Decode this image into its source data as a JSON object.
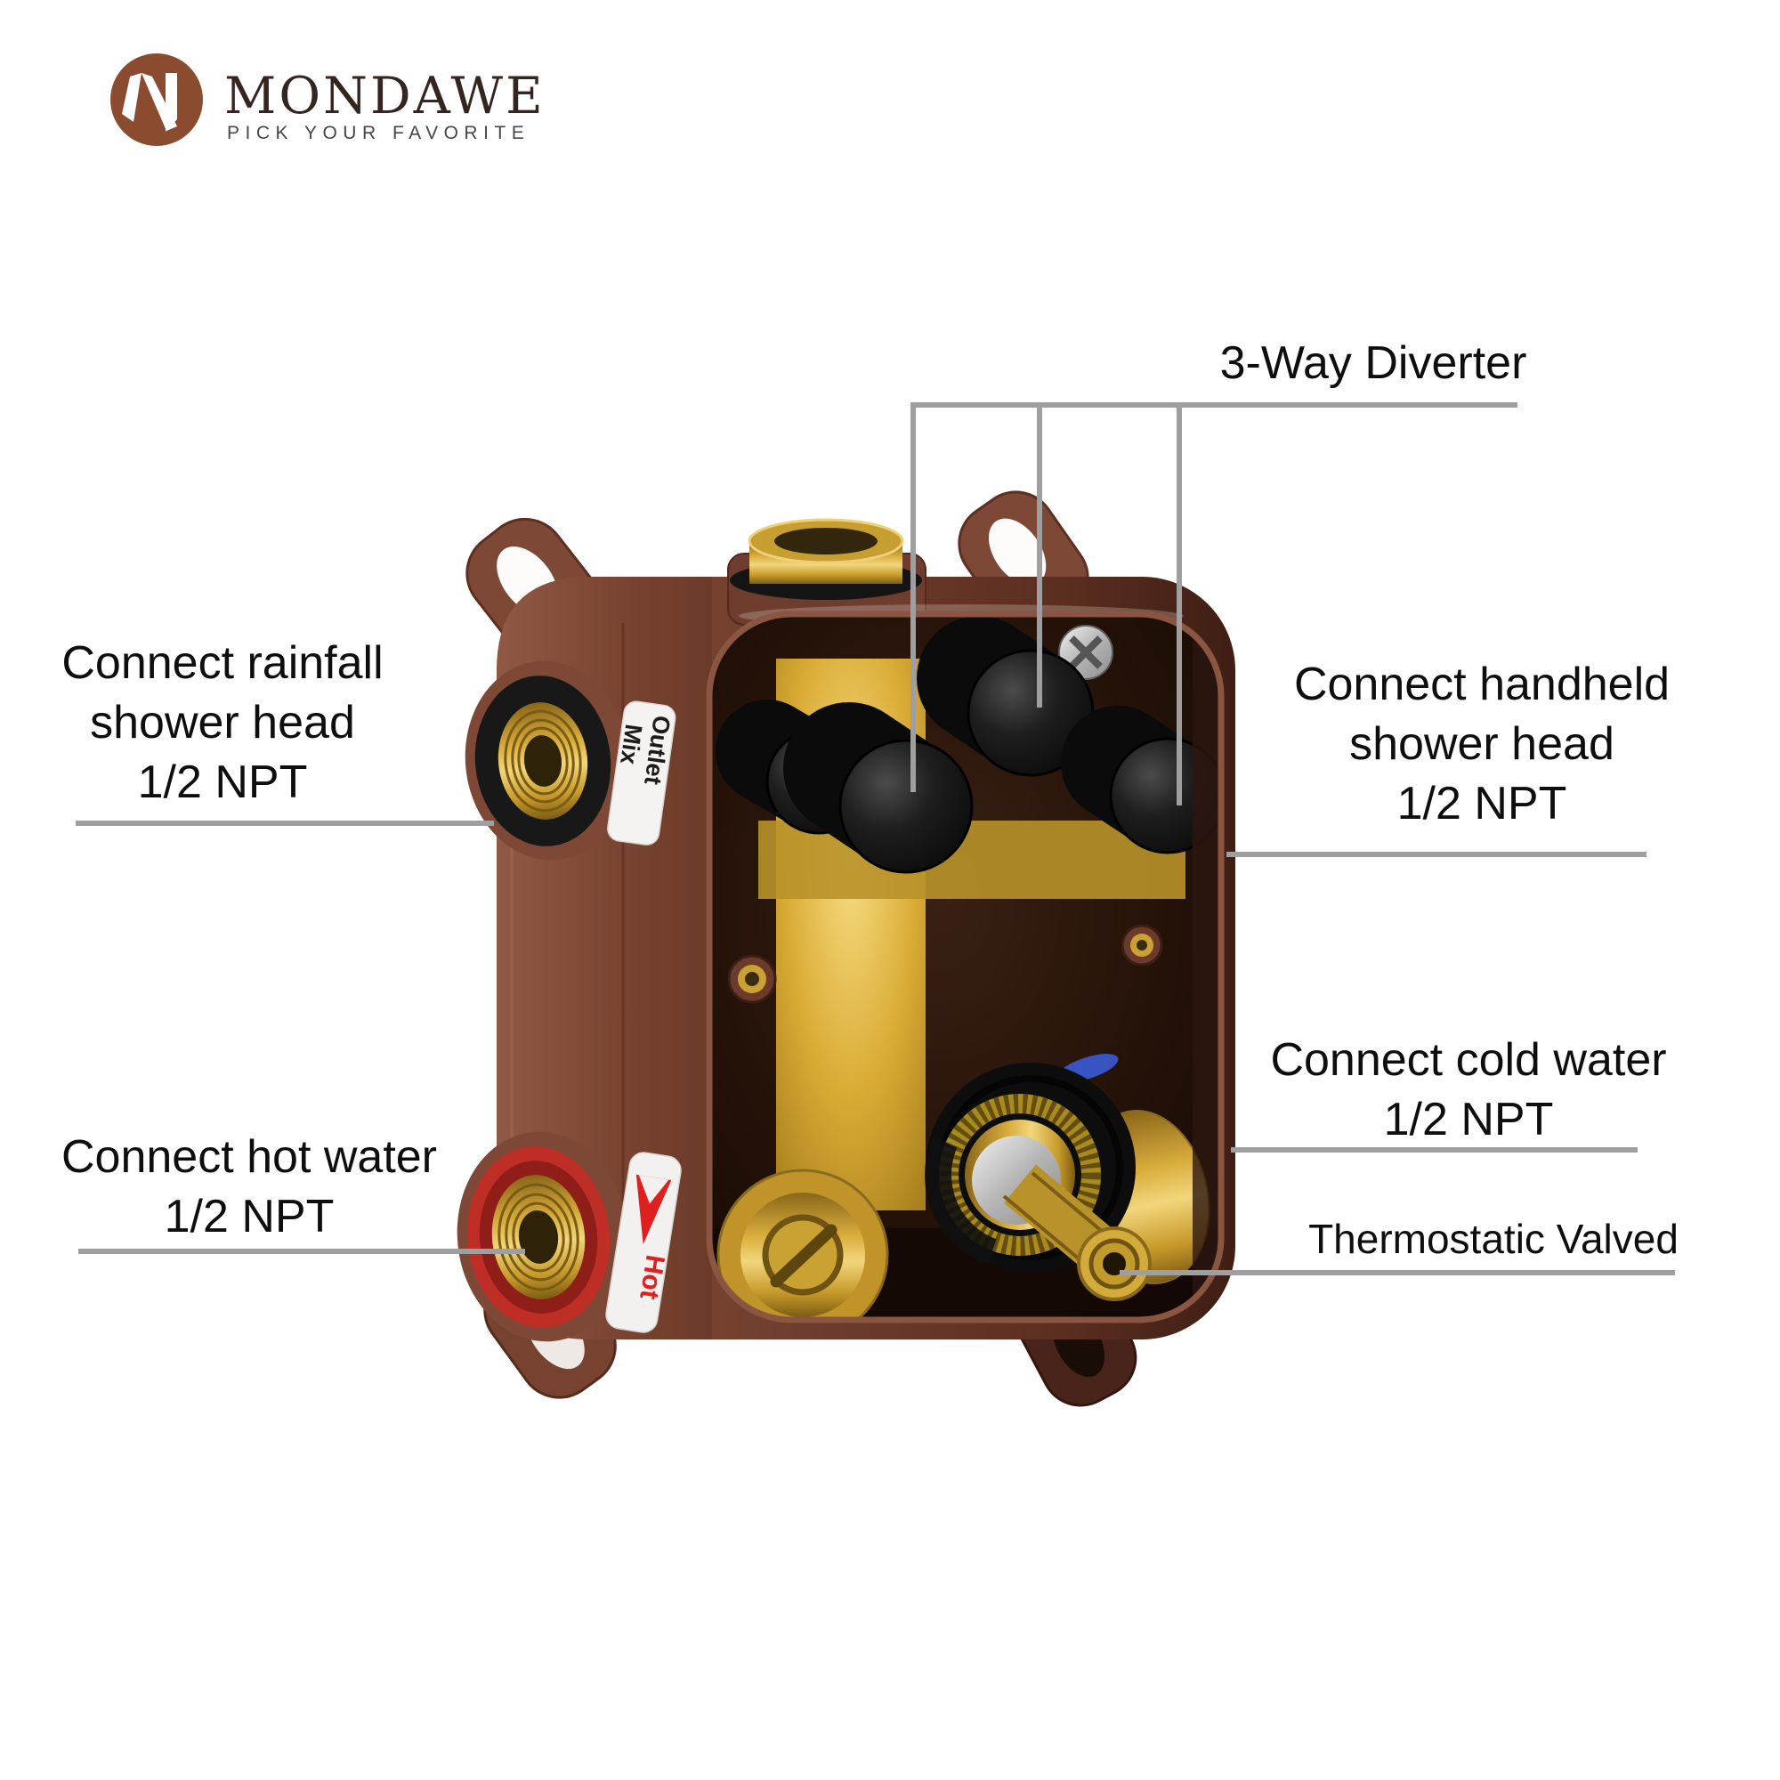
{
  "brand": {
    "name": "MONDAWE",
    "tagline": "PICK YOUR FAVORITE"
  },
  "annotations": {
    "diverter": {
      "label": "3-Way Diverter"
    },
    "rainfall": {
      "lines": [
        "Connect rainfall",
        "shower head",
        "1/2 NPT"
      ]
    },
    "handheld": {
      "lines": [
        "Connect handheld",
        "shower head",
        "1/2 NPT"
      ]
    },
    "cold": {
      "lines": [
        "Connect cold water",
        "1/2 NPT"
      ]
    },
    "hot": {
      "lines": [
        "Connect hot water",
        "1/2 NPT"
      ]
    },
    "thermostatic": {
      "label": "Thermostatic Valved"
    }
  },
  "product": {
    "stickers": {
      "outlet_line1": "Outlet",
      "outlet_line2": "Mix",
      "hot": "Hot"
    }
  },
  "colors": {
    "logo_brown": "#8a4b2f",
    "body_brown": "#6b3a2b",
    "side_brown": "#7e4836",
    "hot_red": "#c0392b",
    "brass": "#c99c2e",
    "leader_gray": "#9f9f9f",
    "label_text": "#0e0e0e"
  }
}
